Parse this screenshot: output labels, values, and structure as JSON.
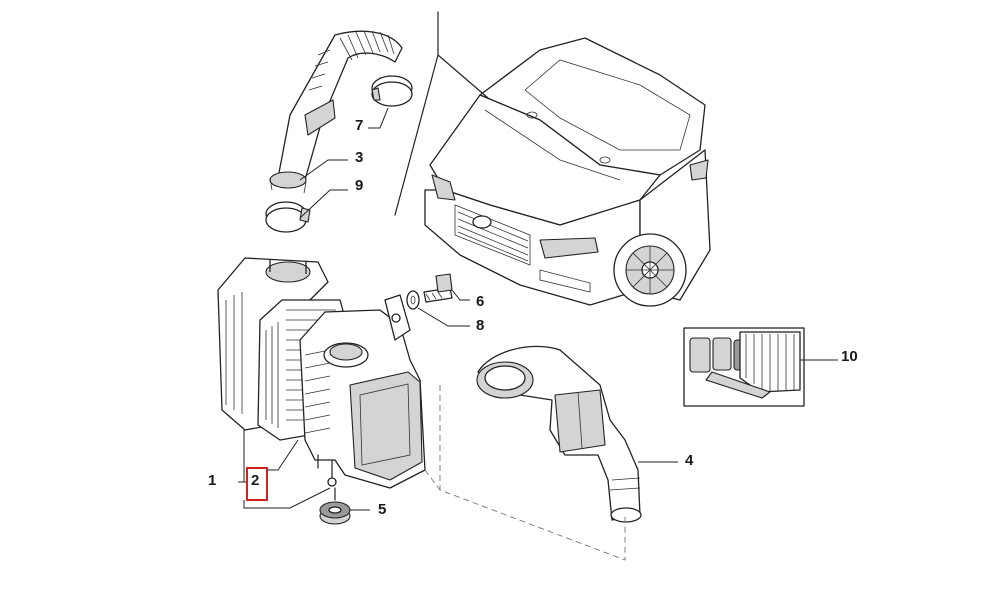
{
  "callouts": [
    {
      "id": "1",
      "text": "1"
    },
    {
      "id": "2",
      "text": "2"
    },
    {
      "id": "3",
      "text": "3"
    },
    {
      "id": "4",
      "text": "4"
    },
    {
      "id": "5",
      "text": "5"
    },
    {
      "id": "6",
      "text": "6"
    },
    {
      "id": "7",
      "text": "7"
    },
    {
      "id": "8",
      "text": "8"
    },
    {
      "id": "9",
      "text": "9"
    },
    {
      "id": "10",
      "text": "10"
    }
  ],
  "highlighted_callout": "2",
  "colors": {
    "highlight": "#cc2222",
    "line": "#222222",
    "shade": "#d4d4d4"
  }
}
